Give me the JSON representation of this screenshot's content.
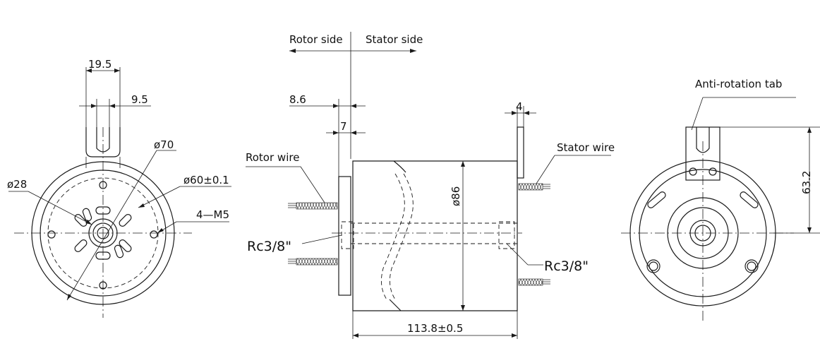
{
  "dimensions": {
    "width_19_5": "19.5",
    "width_9_5": "9.5",
    "dia_70": "ø70",
    "dia_28": "ø28",
    "dia_60": "ø60±0.1",
    "holes": "4—M5",
    "rotor_flange": "8.6",
    "gap_7": "7",
    "tab_4": "4",
    "body_dia": "ø86",
    "length": "113.8±0.5",
    "height_63_2": "63.2"
  },
  "labels": {
    "rotor_side": "Rotor side",
    "stator_side": "Stator side",
    "rotor_wire": "Rotor wire",
    "stator_wire": "Stator wire",
    "anti_rotation_tab": "Anti-rotation tab",
    "port_left": "Rc3/8\"",
    "port_right": "Rc3/8\""
  }
}
